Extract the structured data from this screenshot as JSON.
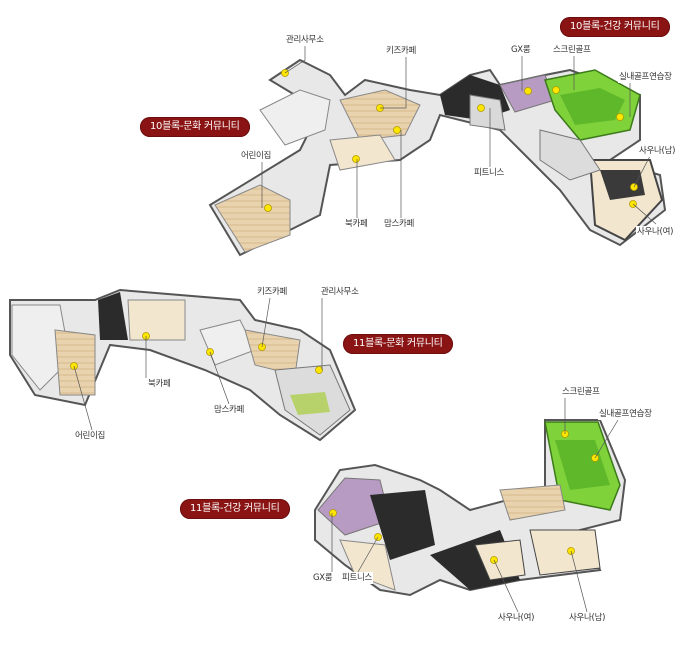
{
  "colors": {
    "badge_bg": "#8a1414",
    "room_light": "#f3e6cf",
    "wall": "#ffffff",
    "floor_dark": "#2b2b2b",
    "green_room": "#7fd23a",
    "marker": "#ffe600"
  },
  "block10_culture": {
    "title": "10블록-문화 커뮤니티",
    "labels": {
      "management_office": "관리사무소",
      "kids_cafe": "키즈카페",
      "daycare": "어린이집",
      "book_cafe": "북카페",
      "moms_cafe": "맘스카페",
      "fitness": "피트니스"
    }
  },
  "block10_health": {
    "title": "10블록-건강 커뮤니티",
    "labels": {
      "gx_room": "GX룸",
      "screen_golf": "스크린골프",
      "indoor_golf": "실내골프연습장",
      "sauna_men": "사우나(남)",
      "sauna_women": "사우나(여)"
    }
  },
  "block11_culture": {
    "title": "11블록-문화 커뮤니티",
    "labels": {
      "kids_cafe": "키즈카페",
      "management_office": "관리사무소",
      "book_cafe": "북카페",
      "moms_cafe": "맘스카페",
      "daycare": "어린이집"
    }
  },
  "block11_health": {
    "title": "11블록-건강 커뮤니티",
    "labels": {
      "screen_golf": "스크린골프",
      "indoor_golf": "실내골프연습장",
      "gx_room": "GX룸",
      "fitness": "피트니스",
      "sauna_women": "사우나(여)",
      "sauna_men": "사우나(남)"
    }
  }
}
